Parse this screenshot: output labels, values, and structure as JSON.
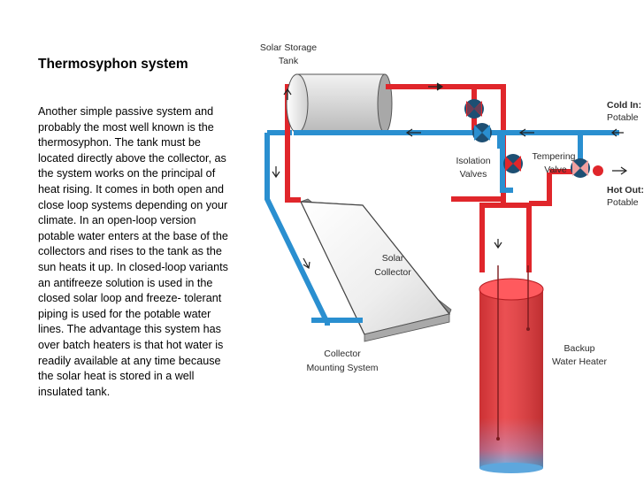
{
  "title": "Thermosyphon system",
  "paragraph_lines": [
    "Another simple passive system and",
    "probably the most well known is the",
    "thermosyphon. The tank must be",
    "located directly above the collector, as",
    "the system works on the principal of",
    "heat rising. It comes in both open and",
    "close loop systems depending on your",
    "climate. In an open-loop version",
    "potable water enters at the base of the",
    "collectors and rises to the tank as the",
    "sun heats it up. In closed-loop variants",
    "an antifreeze solution is used in the",
    "closed solar loop and freeze- tolerant",
    "piping is used for the potable water",
    "lines. The advantage this system has",
    "over batch heaters is that hot water is",
    "readily available at any time because",
    "the solar heat is stored in a well",
    "insulated tank."
  ],
  "diagram": {
    "storage_tank_label": [
      "Solar Storage",
      "Tank"
    ],
    "isolation_valves_label": [
      "Isolation",
      "Valves"
    ],
    "tempering_valve_label": [
      "Tempering",
      "Valve"
    ],
    "cold_in_label": [
      "Cold In:",
      "Potable"
    ],
    "hot_out_label": [
      "Hot Out:",
      "Potable"
    ],
    "solar_collector_label": [
      "Solar",
      "Collector"
    ],
    "collector_mounting_label": [
      "Collector",
      "Mounting System"
    ],
    "backup_heater_label": [
      "Backup",
      "Water Heater"
    ],
    "colors": {
      "hot_pipe": "#e0262b",
      "cold_pipe": "#2a8fd0",
      "tank_red": "#e8383b",
      "valve_dark": "#1d4f73"
    }
  }
}
